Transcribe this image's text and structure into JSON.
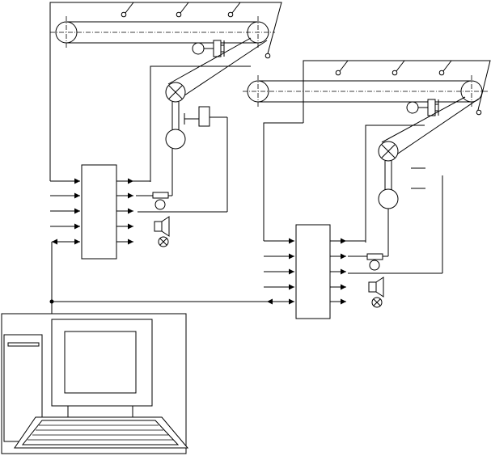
{
  "diagram": {
    "description_text": [],
    "components": {
      "conveyor_units": 2,
      "controllers": 2,
      "computer": 1
    }
  }
}
